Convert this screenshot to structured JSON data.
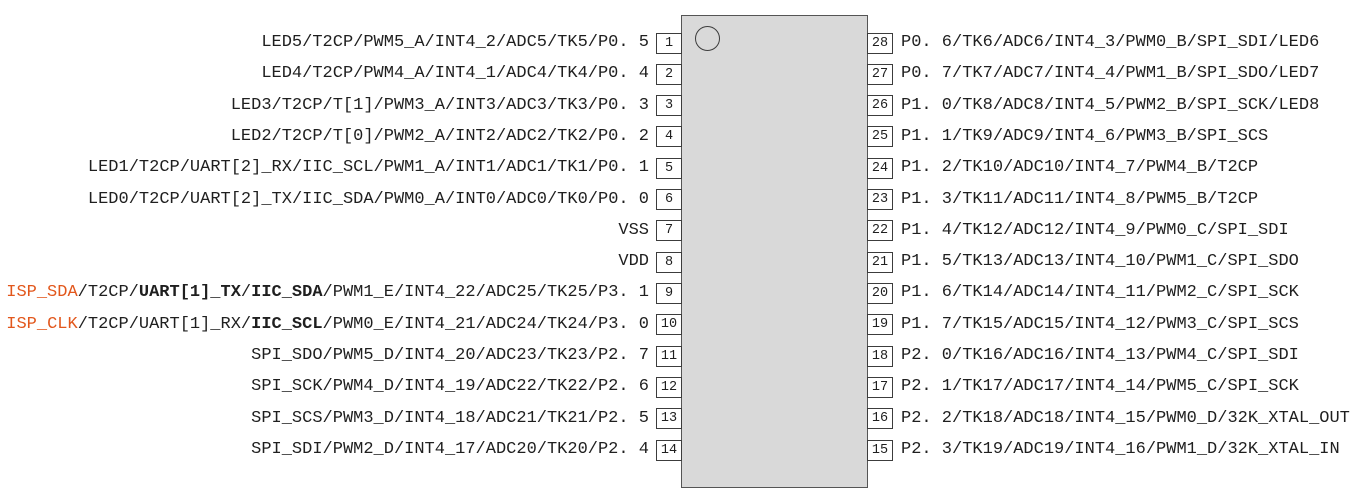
{
  "diagram": {
    "kind": "ic-pinout",
    "package_pin_count": 28,
    "colors": {
      "background": "#ffffff",
      "chip_fill": "#d9d9d9",
      "chip_border": "#555555",
      "pin_box_fill": "#ffffff",
      "pin_box_border": "#3c3c3c",
      "text": "#1f1f1f",
      "highlight_orange": "#e2571c"
    },
    "left_pins": [
      {
        "num": "1",
        "segments": [
          {
            "text": "LED5/T2CP/PWM5_A/INT4_2/ADC5/TK5/P0. 5"
          }
        ]
      },
      {
        "num": "2",
        "segments": [
          {
            "text": "LED4/T2CP/PWM4_A/INT4_1/ADC4/TK4/P0. 4"
          }
        ]
      },
      {
        "num": "3",
        "segments": [
          {
            "text": "LED3/T2CP/T[1]/PWM3_A/INT3/ADC3/TK3/P0. 3"
          }
        ]
      },
      {
        "num": "4",
        "segments": [
          {
            "text": "LED2/T2CP/T[0]/PWM2_A/INT2/ADC2/TK2/P0. 2"
          }
        ]
      },
      {
        "num": "5",
        "segments": [
          {
            "text": "LED1/T2CP/UART[2]_RX/IIC_SCL/PWM1_A/INT1/ADC1/TK1/P0. 1"
          }
        ]
      },
      {
        "num": "6",
        "segments": [
          {
            "text": "LED0/T2CP/UART[2]_TX/IIC_SDA/PWM0_A/INT0/ADC0/TK0/P0. 0"
          }
        ]
      },
      {
        "num": "7",
        "segments": [
          {
            "text": "VSS"
          }
        ]
      },
      {
        "num": "8",
        "segments": [
          {
            "text": "VDD"
          }
        ]
      },
      {
        "num": "9",
        "segments": [
          {
            "text": "ISP_SDA",
            "color": "orange"
          },
          {
            "text": "/T2CP/"
          },
          {
            "text": "UART[1]_TX",
            "bold": true
          },
          {
            "text": "/"
          },
          {
            "text": "IIC_SDA",
            "bold": true
          },
          {
            "text": "/PWM1_E/INT4_22/ADC25/TK25/P3. 1"
          }
        ]
      },
      {
        "num": "10",
        "segments": [
          {
            "text": "ISP_CLK",
            "color": "orange"
          },
          {
            "text": "/T2CP/UART[1]_RX/"
          },
          {
            "text": "IIC_SCL",
            "bold": true
          },
          {
            "text": "/PWM0_E/INT4_21/ADC24/TK24/P3. 0"
          }
        ]
      },
      {
        "num": "11",
        "segments": [
          {
            "text": "SPI_SDO/PWM5_D/INT4_20/ADC23/TK23/P2. 7"
          }
        ]
      },
      {
        "num": "12",
        "segments": [
          {
            "text": "SPI_SCK/PWM4_D/INT4_19/ADC22/TK22/P2. 6"
          }
        ]
      },
      {
        "num": "13",
        "segments": [
          {
            "text": "SPI_SCS/PWM3_D/INT4_18/ADC21/TK21/P2. 5"
          }
        ]
      },
      {
        "num": "14",
        "segments": [
          {
            "text": "SPI_SDI/PWM2_D/INT4_17/ADC20/TK20/P2. 4"
          }
        ]
      }
    ],
    "right_pins": [
      {
        "num": "28",
        "segments": [
          {
            "text": "P0. 6/TK6/ADC6/INT4_3/PWM0_B/SPI_SDI/LED6"
          }
        ]
      },
      {
        "num": "27",
        "segments": [
          {
            "text": "P0. 7/TK7/ADC7/INT4_4/PWM1_B/SPI_SDO/LED7"
          }
        ]
      },
      {
        "num": "26",
        "segments": [
          {
            "text": "P1. 0/TK8/ADC8/INT4_5/PWM2_B/SPI_SCK/LED8"
          }
        ]
      },
      {
        "num": "25",
        "segments": [
          {
            "text": "P1. 1/TK9/ADC9/INT4_6/PWM3_B/SPI_SCS"
          }
        ]
      },
      {
        "num": "24",
        "segments": [
          {
            "text": "P1. 2/TK10/ADC10/INT4_7/PWM4_B/T2CP"
          }
        ]
      },
      {
        "num": "23",
        "segments": [
          {
            "text": "P1. 3/TK11/ADC11/INT4_8/PWM5_B/T2CP"
          }
        ]
      },
      {
        "num": "22",
        "segments": [
          {
            "text": "P1. 4/TK12/ADC12/INT4_9/PWM0_C/SPI_SDI"
          }
        ]
      },
      {
        "num": "21",
        "segments": [
          {
            "text": "P1. 5/TK13/ADC13/INT4_10/PWM1_C/SPI_SDO"
          }
        ]
      },
      {
        "num": "20",
        "segments": [
          {
            "text": "P1. 6/TK14/ADC14/INT4_11/PWM2_C/SPI_SCK"
          }
        ]
      },
      {
        "num": "19",
        "segments": [
          {
            "text": "P1. 7/TK15/ADC15/INT4_12/PWM3_C/SPI_SCS"
          }
        ]
      },
      {
        "num": "18",
        "segments": [
          {
            "text": "P2. 0/TK16/ADC16/INT4_13/PWM4_C/SPI_SDI"
          }
        ]
      },
      {
        "num": "17",
        "segments": [
          {
            "text": "P2. 1/TK17/ADC17/INT4_14/PWM5_C/SPI_SCK"
          }
        ]
      },
      {
        "num": "16",
        "segments": [
          {
            "text": "P2. 2/TK18/ADC18/INT4_15/PWM0_D/32K_XTAL_OUT"
          }
        ]
      },
      {
        "num": "15",
        "segments": [
          {
            "text": "P2. 3/TK19/ADC19/INT4_16/PWM1_D/32K_XTAL_IN"
          }
        ]
      }
    ]
  }
}
